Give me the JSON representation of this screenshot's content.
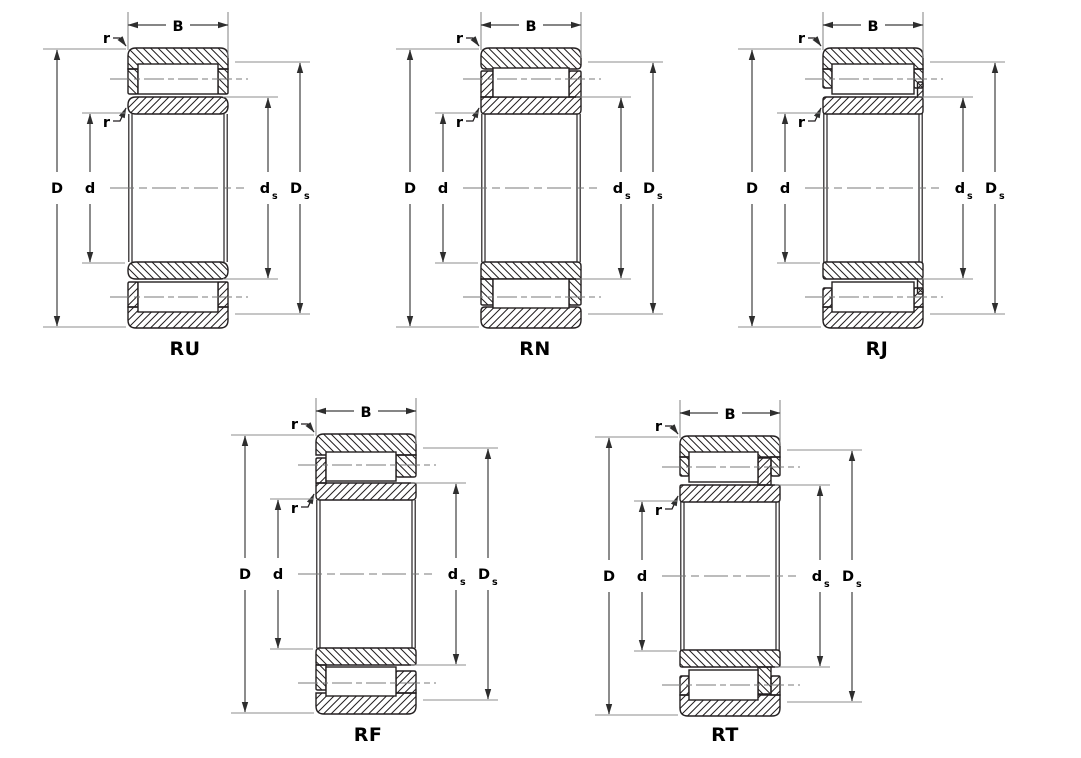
{
  "figure": {
    "title_hidden": "",
    "background": "#ffffff",
    "outline_color": "#231f20",
    "dimension_line_color": "#3f3f3f",
    "extension_line_color": "#8c8c8c",
    "centerline_color": "#7a7a7a",
    "label_color": "#000000"
  },
  "dim_labels": {
    "width": "B",
    "corner_radius": "r",
    "outer_diameter": "D",
    "bore_diameter": "d",
    "shaft_shoulder_main": "d",
    "shaft_shoulder_sub": "s",
    "housing_shoulder_main": "D",
    "housing_shoulder_sub": "s"
  },
  "diagrams": [
    {
      "label": "RU",
      "config": "outer-ring-two-ribs-inner-ring-plain"
    },
    {
      "label": "RN",
      "config": "inner-ring-two-ribs-outer-ring-plain"
    },
    {
      "label": "RJ",
      "config": "outer-ring-two-ribs-inner-ring-one-rib"
    },
    {
      "label": "RF",
      "config": "inner-ring-two-ribs-outer-ring-one-rib"
    },
    {
      "label": "RT",
      "config": "outer-ring-two-ribs-inner-ring-rib-plus-loose-rib"
    }
  ]
}
